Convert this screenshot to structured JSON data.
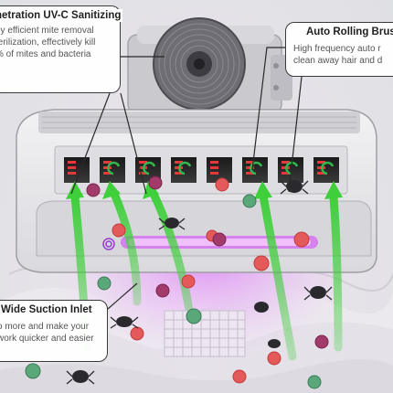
{
  "callouts": {
    "uv": {
      "title": "netration UV-C Sanitizing",
      "lines": [
        "ey efficient mite removal",
        "terilization, effectively kill",
        "% of mites and bacteria"
      ]
    },
    "roll": {
      "title": "Auto Rolling Brus",
      "lines": [
        "High frequency auto r",
        "clean away hair and d"
      ]
    },
    "suction": {
      "title": "Wide Suction Inlet",
      "lines": [
        "o more and make your",
        "work quicker and easier"
      ]
    }
  },
  "colors": {
    "uv_glow": "#d46bf2",
    "airflow_arrow": "#3fcf3a",
    "virus_red": "#e45a5a",
    "virus_green": "#5aa87a",
    "device_body": "#e9e9ec",
    "slot_red": "#e23a3a",
    "slot_arrow": "#2fb84b"
  },
  "icons": [
    "fan-icon",
    "mite-icon",
    "virus-icon",
    "airflow-arrow-icon",
    "uv-lamp-icon",
    "spiral-icon"
  ]
}
